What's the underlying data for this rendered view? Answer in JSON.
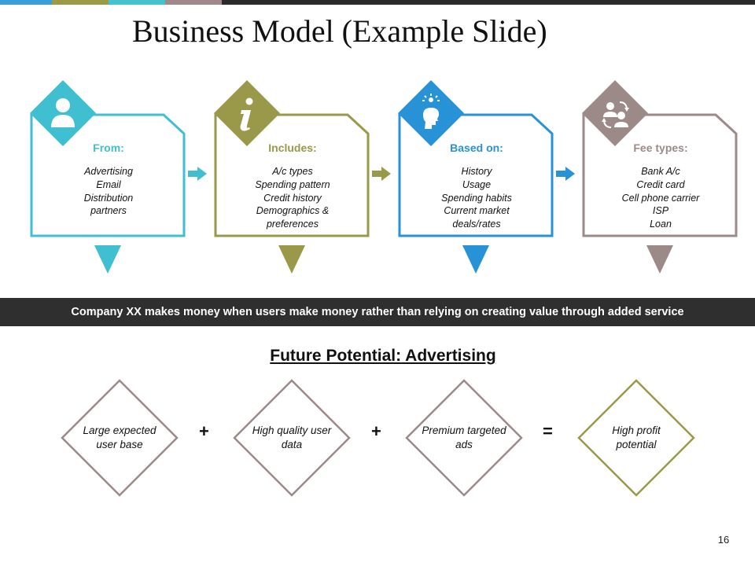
{
  "slide": {
    "title": "Business Model (Example Slide)",
    "page_number": "16"
  },
  "colors": {
    "topbar": [
      "#3a9fd6",
      "#9a9a47",
      "#44c2d0",
      "#a0888a",
      "#2b2b2b"
    ],
    "teal": "#3fbfcf",
    "olive": "#9a994a",
    "blue": "#2792d6",
    "mauve": "#9c8a89",
    "banner": "#2f2f2f"
  },
  "cards": [
    {
      "heading": "From:",
      "icon": "person-icon",
      "color": "#3fbfcf",
      "items": [
        "Advertising",
        "Email",
        "Distribution",
        "partners"
      ]
    },
    {
      "heading": "Includes:",
      "icon": "info-icon",
      "color": "#9a994a",
      "items": [
        "A/c types",
        "Spending pattern",
        "Credit history",
        "Demographics &",
        "preferences"
      ]
    },
    {
      "heading": "Based on:",
      "icon": "idea-head-icon",
      "color": "#2792d6",
      "items": [
        "History",
        "Usage",
        "Spending habits",
        "Current market",
        "deals/rates"
      ]
    },
    {
      "heading": "Fee types:",
      "icon": "exchange-people-icon",
      "color": "#9c8a89",
      "items": [
        "Bank A/c",
        "Credit card",
        "Cell phone carrier",
        "ISP",
        "Loan"
      ]
    }
  ],
  "banner": {
    "text": "Company XX makes money when users make money rather than relying on creating value through added service"
  },
  "future": {
    "title": "Future Potential: Advertising",
    "diamonds": [
      {
        "text": "Large expected user base",
        "color": "#9c8a89"
      },
      {
        "text": "High quality user data",
        "color": "#9c8a89"
      },
      {
        "text": "Premium targeted ads",
        "color": "#9c8a89"
      },
      {
        "text": "High profit potential",
        "color": "#9a994a"
      }
    ],
    "operators": [
      "+",
      "+",
      "="
    ]
  }
}
